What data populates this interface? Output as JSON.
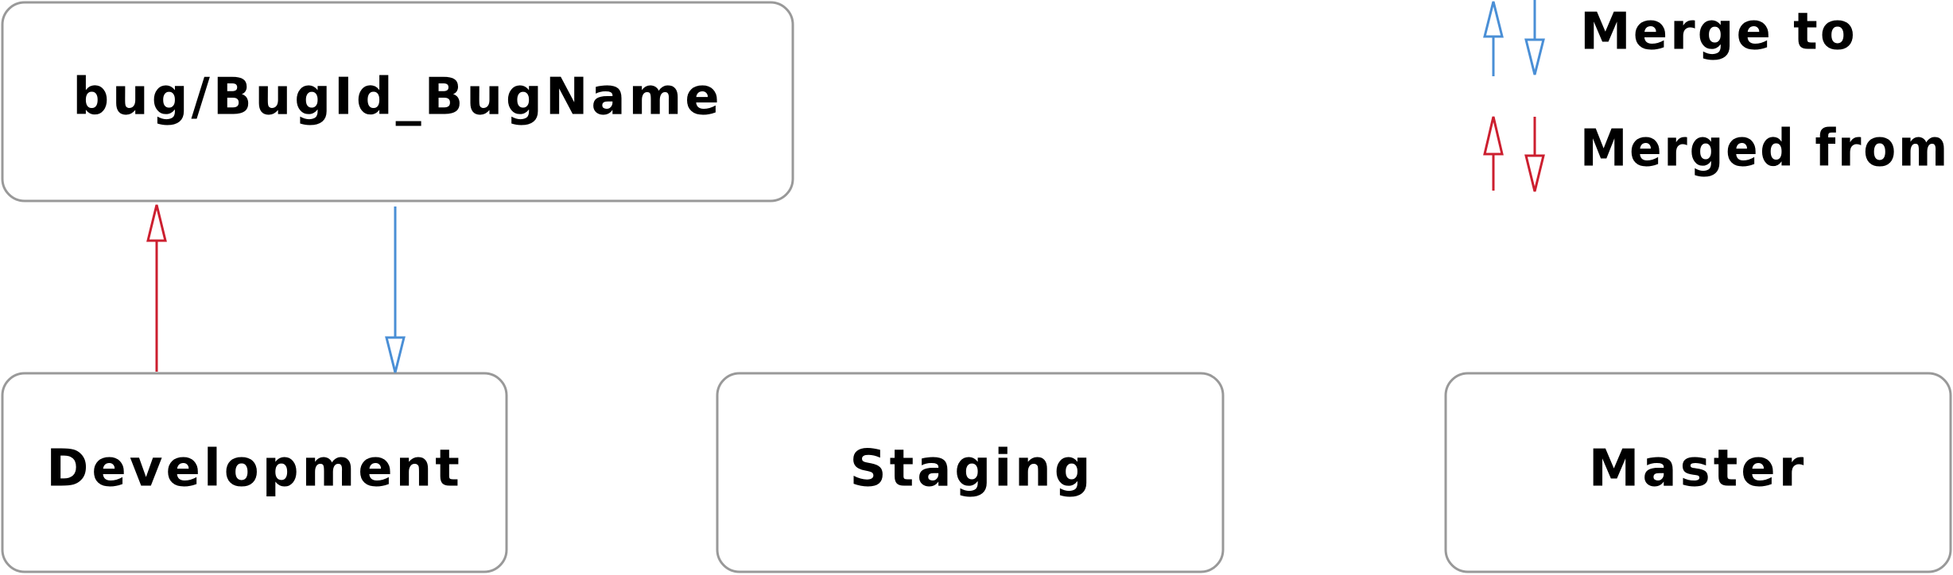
{
  "nodes": {
    "bug_branch": "bug/BugId_BugName",
    "development": "Development",
    "staging": "Staging",
    "master": "Master"
  },
  "legend": {
    "merge_to": "Merge to",
    "merged_from": "Merged from"
  },
  "colors": {
    "merge_to": "#4a8fd6",
    "merged_from": "#cc1f2f",
    "box_border": "#999999"
  },
  "edges": [
    {
      "from": "development",
      "to": "bug_branch",
      "kind": "merged_from"
    },
    {
      "from": "bug_branch",
      "to": "development",
      "kind": "merge_to"
    }
  ]
}
